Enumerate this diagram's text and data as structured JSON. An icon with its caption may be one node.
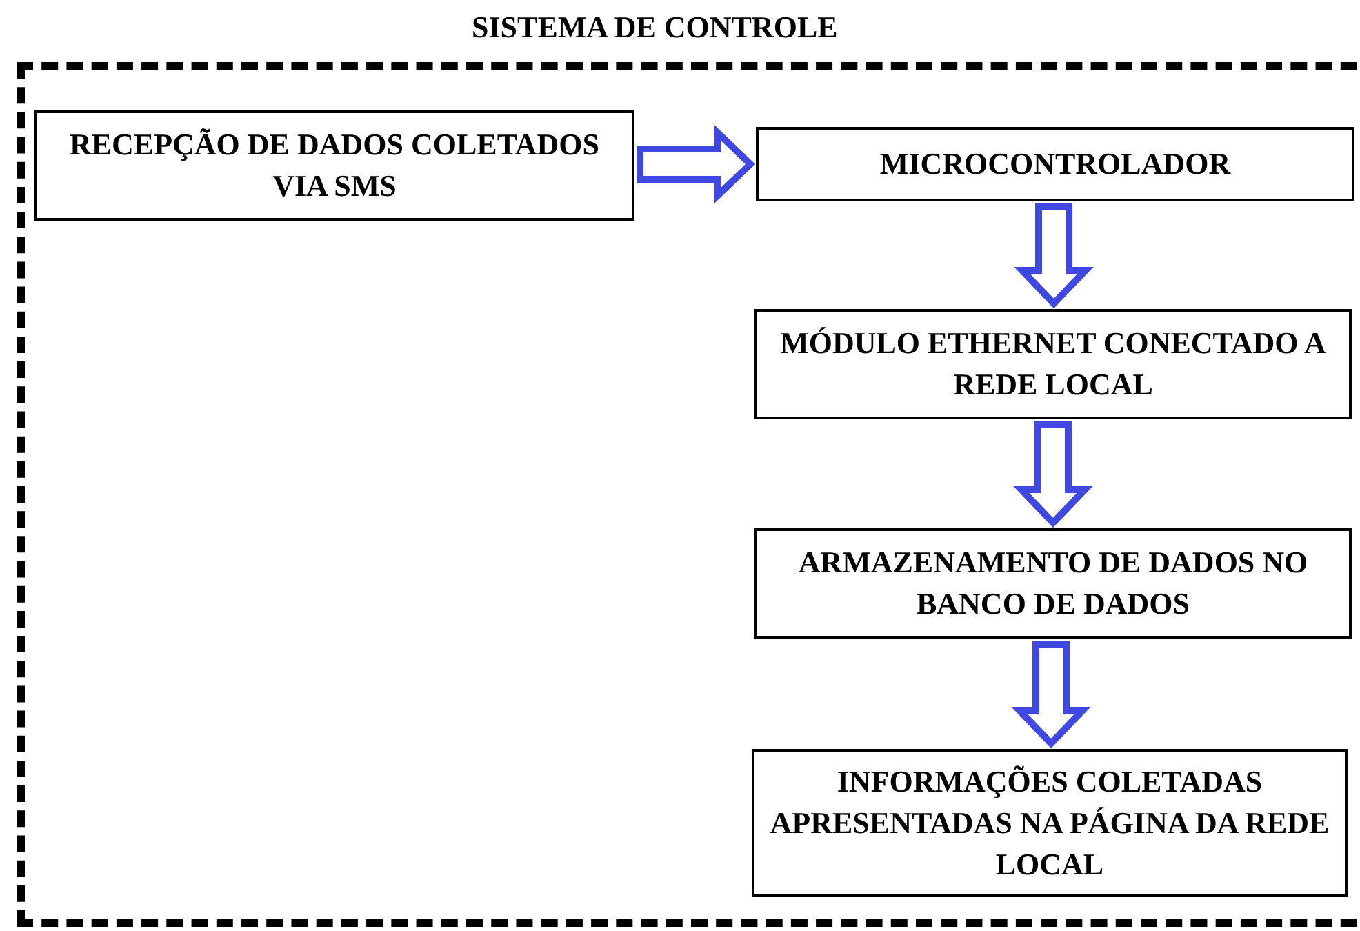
{
  "diagram": {
    "nodes": [
      {
        "text": [
          "SISTEMA DE CONTROLE"
        ]
      },
      {
        "text": [
          "RECEPÇÃO DE DADOS COLETADOS VIA SMS"
        ],
        "in": 0
      },
      {
        "text": [
          "MICROCONTROLADOR"
        ],
        "in": 0
      },
      {
        "text": [
          "MÓDULO ETHERNET CONECTADO A REDE LOCAL"
        ],
        "in": 0
      },
      {
        "text": [
          "ARMAZENAMENTO DE DADOS NO BANCO DE DADOS"
        ],
        "in": 0
      },
      {
        "text": [
          "INFORMAÇÕES COLETADAS APRESENTADAS NA PÁGINA DA REDE LOCAL"
        ],
        "in": 0
      }
    ],
    "edges": [
      {
        "from": 1,
        "to": 2,
        "arrow": "to"
      },
      {
        "from": 2,
        "to": 3,
        "arrow": "to"
      },
      {
        "from": 3,
        "to": 4,
        "arrow": "to"
      },
      {
        "from": 4,
        "to": 5,
        "arrow": "to"
      }
    ]
  }
}
